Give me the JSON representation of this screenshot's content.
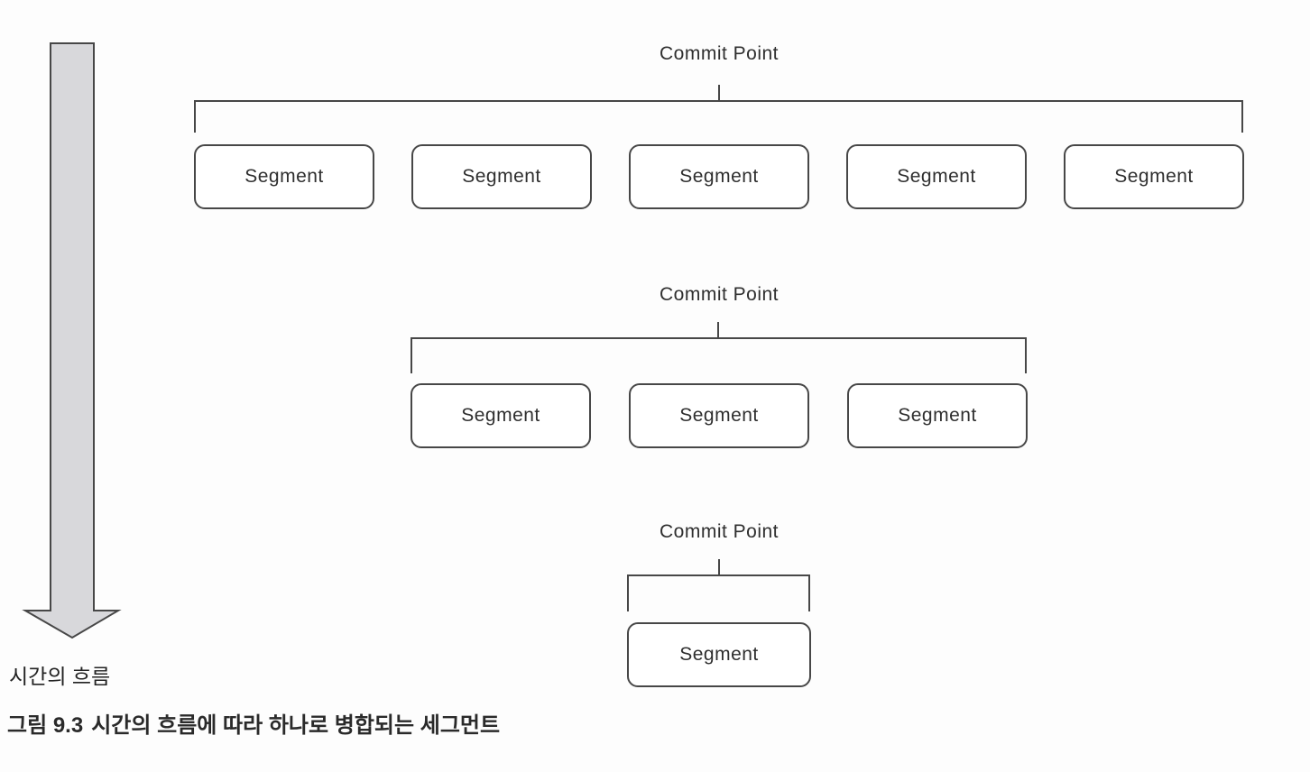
{
  "figure": {
    "rows": [
      {
        "commit_label": "Commit Point",
        "segments": [
          "Segment",
          "Segment",
          "Segment",
          "Segment",
          "Segment"
        ]
      },
      {
        "commit_label": "Commit Point",
        "segments": [
          "Segment",
          "Segment",
          "Segment"
        ]
      },
      {
        "commit_label": "Commit Point",
        "segments": [
          "Segment"
        ]
      }
    ],
    "timeline_label": "시간의 흐름",
    "caption": {
      "prefix": "그림 9.3",
      "text": "시간의 흐름에 따라 하나로 병합되는 세그먼트"
    },
    "colors": {
      "line": "#474747",
      "arrow_fill": "#d8d8db",
      "text": "#2f2f2f",
      "background": "#fdfdfd"
    }
  }
}
